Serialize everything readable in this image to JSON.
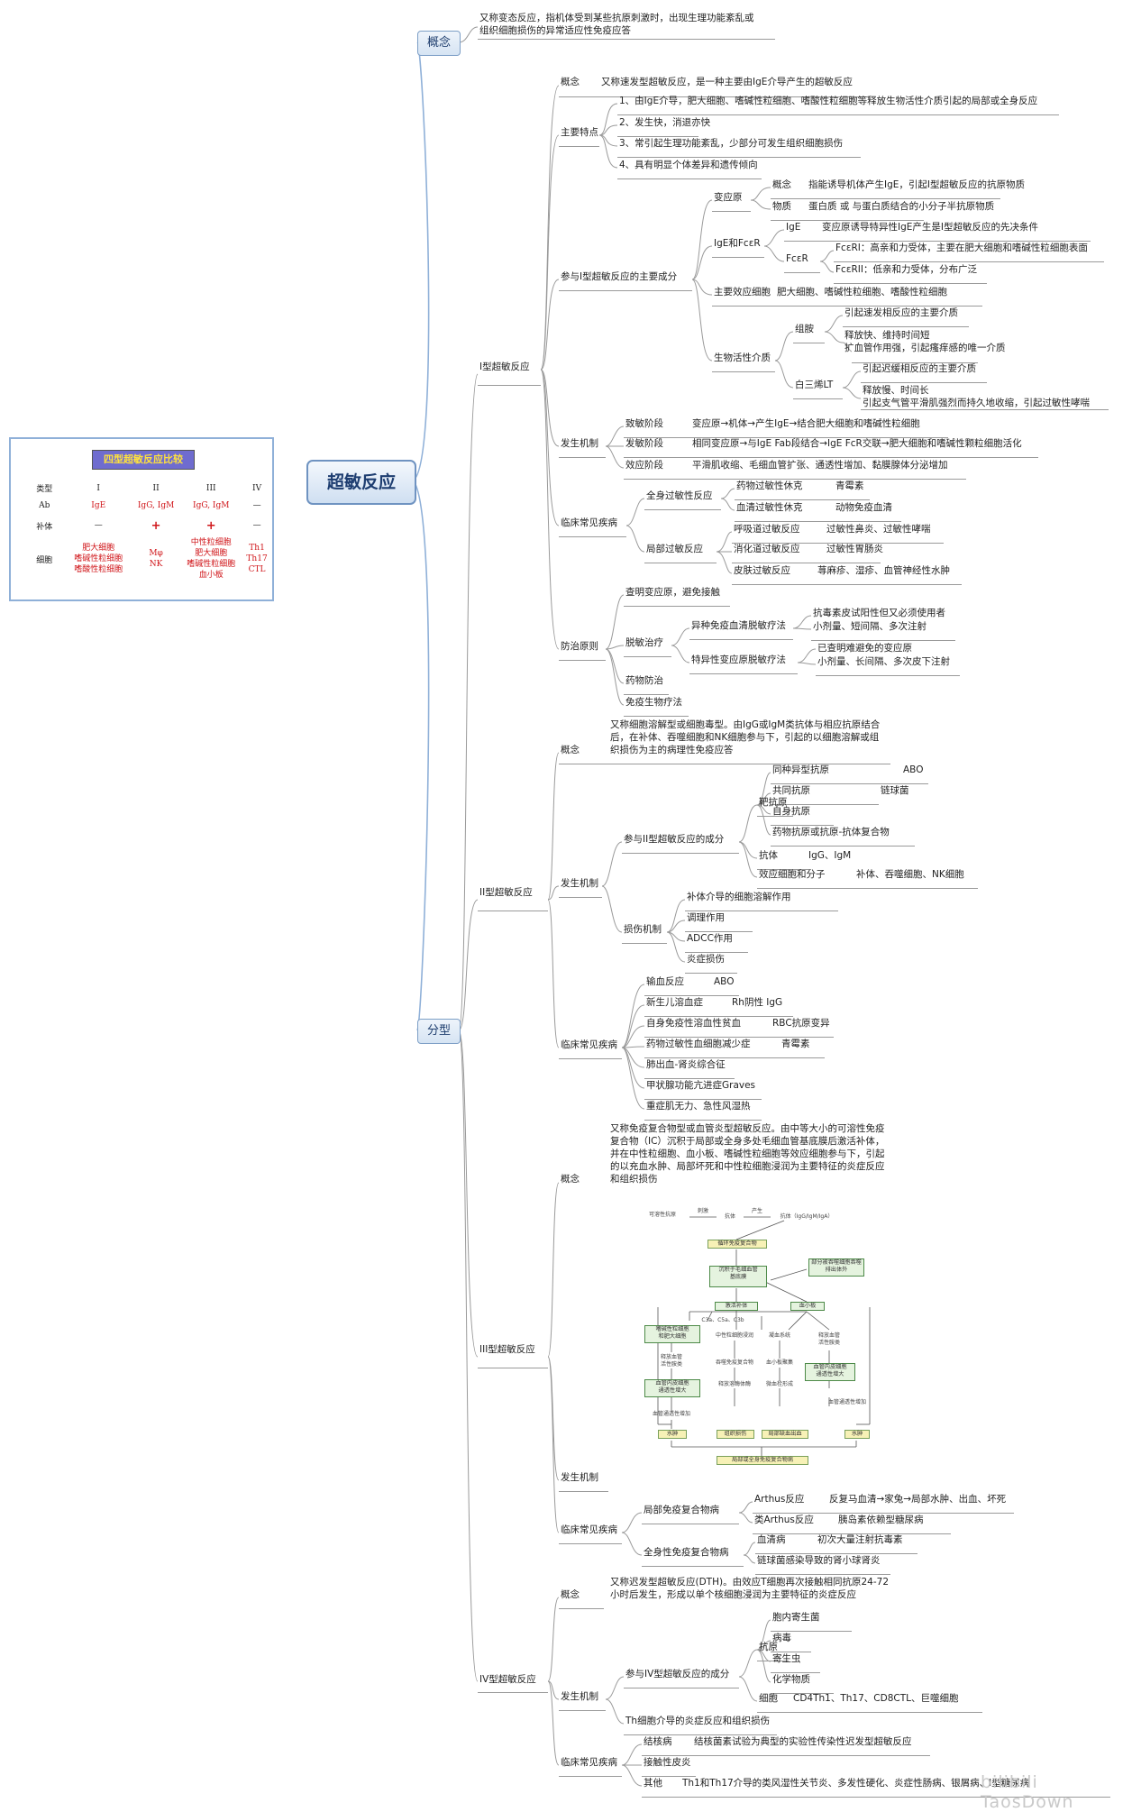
{
  "root": "超敏反应",
  "concept": {
    "label": "概念",
    "lines": [
      "又称变态反应，指机体受到某些抗原刺激时，出现生理功能紊乱或",
      "组织细胞损伤的异常适应性免疫应答"
    ]
  },
  "types_label": "分型",
  "card": {
    "title": "四型超敏反应比较",
    "headers": [
      "类型",
      "I",
      "II",
      "III",
      "IV"
    ],
    "ab": [
      "Ab",
      "IgE",
      "IgG, IgM",
      "IgG, IgM",
      "—"
    ],
    "complement": [
      "补体",
      "—",
      "+",
      "+",
      "—"
    ],
    "cells": [
      "细胞",
      "肥大细胞\n嗜碱性粒细胞\n嗜酸性粒细胞",
      "Mφ\nNK",
      "中性粒细胞\n肥大细胞\n嗜碱性粒细胞\n血小板",
      "Th1\nTh17\nCTL"
    ]
  },
  "t1": {
    "label": "I型超敏反应",
    "concept_label": "概念",
    "concept": "又称速发型超敏反应，是一种主要由IgE介导产生的超敏反应",
    "features_label": "主要特点",
    "features": [
      "1、由IgE介导，肥大细胞、嗜碱性粒细胞、嗜酸性粒细胞等释放生物活性介质引起的局部或全身反应",
      "2、发生快，消退亦快",
      "3、常引起生理功能紊乱，少部分可发生组织细胞损伤",
      "4、具有明显个体差异和遗传倾向"
    ],
    "components_label": "参与I型超敏反应的主要成分",
    "allergen": "变应原",
    "allergen_concept_label": "概念",
    "allergen_concept": "指能诱导机体产生IgE，引起I型超敏反应的抗原物质",
    "allergen_matter_label": "物质",
    "allergen_matter": "蛋白质 或 与蛋白质结合的小分子半抗原物质",
    "ige_fcr": "IgE和FcεR",
    "ige": "IgE",
    "ige_text": "变应原诱导特异性IgE产生是I型超敏反应的先决条件",
    "fcer": "FcεR",
    "fceri": "FcεRI：高亲和力受体，主要在肥大细胞和嗜碱性粒细胞表面",
    "fcerii": "FcεRII：低亲和力受体，分布广泛",
    "effector_label": "主要效应细胞",
    "effector": "肥大细胞、嗜碱性粒细胞、嗜酸性粒细胞",
    "bio_label": "生物活性介质",
    "histamine": "组胺",
    "histamine_1": "引起速发相反应的主要介质",
    "histamine_2": "释放快、维持时间短",
    "histamine_3": "扩血管作用强，引起瘙痒感的唯一介质",
    "lt": "白三烯LT",
    "lt_1": "引起迟缓相反应的主要介质",
    "lt_2": "释放慢、时间长",
    "lt_3": "引起支气管平滑肌强烈而持久地收缩，引起过敏性哮喘",
    "mech_label": "发生机制",
    "mech": [
      [
        "致敏阶段",
        "变应原→机体→产生IgE→结合肥大细胞和嗜碱性粒细胞"
      ],
      [
        "发敏阶段",
        "相同变应原→与IgE Fab段结合→IgE FcR交联→肥大细胞和嗜碱性颗粒细胞活化"
      ],
      [
        "效应阶段",
        "平滑肌收缩、毛细血管扩张、通透性增加、黏膜腺体分泌增加"
      ]
    ],
    "disease_label": "临床常见疾病",
    "systemic": "全身过敏性反应",
    "drug_shock": "药物过敏性休克",
    "drug_shock_ex": "青霉素",
    "serum_shock": "血清过敏性休克",
    "serum_shock_ex": "动物免疫血清",
    "local": "局部过敏反应",
    "resp": "呼吸道过敏反应",
    "resp_ex": "过敏性鼻炎、过敏性哮喘",
    "gi": "消化道过敏反应",
    "gi_ex": "过敏性胃肠炎",
    "skin": "皮肤过敏反应",
    "skin_ex": "荨麻疹、湿疹、血管神经性水肿",
    "prevent_label": "防治原则",
    "find": "查明变应原，避免接触",
    "desens": "脱敏治疗",
    "hetero": "异种免疫血清脱敏疗法",
    "hetero_1": "抗毒素皮试阳性但又必须使用者",
    "hetero_2": "小剂量、短间隔、多次注射",
    "specific": "特异性变应原脱敏疗法",
    "specific_1": "已查明难避免的变应原",
    "specific_2": "小剂量、长间隔、多次皮下注射",
    "drug": "药物防治",
    "bio": "免疫生物疗法"
  },
  "t2": {
    "label": "II型超敏反应",
    "concept_label": "概念",
    "concept": [
      "又称细胞溶解型或细胞毒型。由IgG或IgM类抗体与相应抗原结合",
      "后，在补体、吞噬细胞和NK细胞参与下，引起的以细胞溶解或组",
      "织损伤为主的病理性免疫应答"
    ],
    "mech_label": "发生机制",
    "components_label": "参与II型超敏反应的成分",
    "target": "靶抗原",
    "targets": [
      "同种异型抗原",
      "共同抗原",
      "自身抗原",
      "药物抗原或抗原-抗体复合物"
    ],
    "abo": "ABO",
    "strep": "链球菌",
    "antibody": "抗体",
    "antibody_v": "IgG、IgM",
    "effector": "效应细胞和分子",
    "effector_v": "补体、吞噬细胞、NK细胞",
    "damage_label": "损伤机制",
    "damage": [
      "补体介导的细胞溶解作用",
      "调理作用",
      "ADCC作用",
      "炎症损伤"
    ],
    "disease_label": "临床常见疾病",
    "diseases": [
      "输血反应",
      "新生儿溶血症",
      "自身免疫性溶血性贫血",
      "药物过敏性血细胞减少症",
      "肺出血-肾炎综合征",
      "甲状腺功能亢进症Graves",
      "重症肌无力、急性风湿热"
    ],
    "disease_ex": [
      "ABO",
      "Rh阴性 IgG",
      "RBC抗原变异",
      "青霉素"
    ]
  },
  "t3": {
    "label": "III型超敏反应",
    "concept_label": "概念",
    "concept": [
      "又称免疫复合物型或血管炎型超敏反应。由中等大小的可溶性免疫",
      "复合物（IC）沉积于局部或全身多处毛细血管基底膜后激活补体，",
      "并在中性粒细胞、血小板、嗜碱性粒细胞等效应细胞参与下，引起",
      "的以充血水肿、局部坏死和中性粒细胞浸润为主要特征的炎症反应",
      "和组织损伤"
    ],
    "mech_label": "发生机制",
    "fig": {
      "top": [
        "可溶性抗原",
        "刺激",
        "抗体",
        "产生",
        "抗体（IgG/IgM/IgA）"
      ],
      "ic": "循环免疫复合物",
      "deposit": "沉积于毛细血管\n基底膜",
      "side": "部分被吞噬细胞吞噬\n排出体外",
      "activate": "激活补体",
      "platelet": "血小板",
      "c3": "C3a、C5a、C3b",
      "baso": "嗜碱性粒细胞\n和肥大细胞",
      "neut": "中性粒细胞浸润",
      "coag": "凝血系统",
      "release": "释放血管\n活性胺类",
      "vaso": "释放血管\n活性胺类",
      "perm": "血管内皮细胞\n通透性增大",
      "phago": "吞噬免疫复合物",
      "aggr": "血小板聚集",
      "enzyme": "释放溶酶体酶",
      "micro": "微血栓形成",
      "perm2": "血管内皮细胞\n通透性增大",
      "edema_l": "水肿",
      "tissue": "组织损伤",
      "hemo": "局部缺血出血",
      "edema_r": "水肿",
      "result": "局部或全身免疫复合物病",
      "perm_left": "血管通透性增加",
      "perm_right": "血管通透性增加"
    },
    "disease_label": "临床常见疾病",
    "local": "局部免疫复合物病",
    "arthus": "Arthus反应",
    "arthus_ex": "反复马血清→家兔→局部水肿、出血、坏死",
    "arthus_like": "类Arthus反应",
    "arthus_like_ex": "胰岛素依赖型糖尿病",
    "systemic": "全身性免疫复合物病",
    "serum": "血清病",
    "serum_ex": "初次大量注射抗毒素",
    "glom": "链球菌感染导致的肾小球肾炎"
  },
  "t4": {
    "label": "IV型超敏反应",
    "concept_label": "概念",
    "concept": [
      "又称迟发型超敏反应(DTH)。由效应T细胞再次接触相同抗原24-72",
      "小时后发生，形成以单个核细胞浸润为主要特征的炎症反应"
    ],
    "mech_label": "发生机制",
    "components_label": "参与IV型超敏反应的成分",
    "antigen": "抗原",
    "antigens": [
      "胞内寄生菌",
      "病毒",
      "寄生虫",
      "化学物质"
    ],
    "cells": "细胞",
    "cells_v": "CD4Th1、Th17、CD8CTL、巨噬细胞",
    "th": "Th细胞介导的炎症反应和组织损伤",
    "disease_label": "临床常见疾病",
    "tb": "结核病",
    "tb_ex": "结核菌素试验为典型的实验性传染性迟发型超敏反应",
    "contact": "接触性皮炎",
    "other": "其他",
    "other_ex": "Th1和Th17介导的类风湿性关节炎、多发性硬化、炎症性肠病、银屑病、I型糖尿病"
  },
  "watermark": "bilibili TaosDown"
}
